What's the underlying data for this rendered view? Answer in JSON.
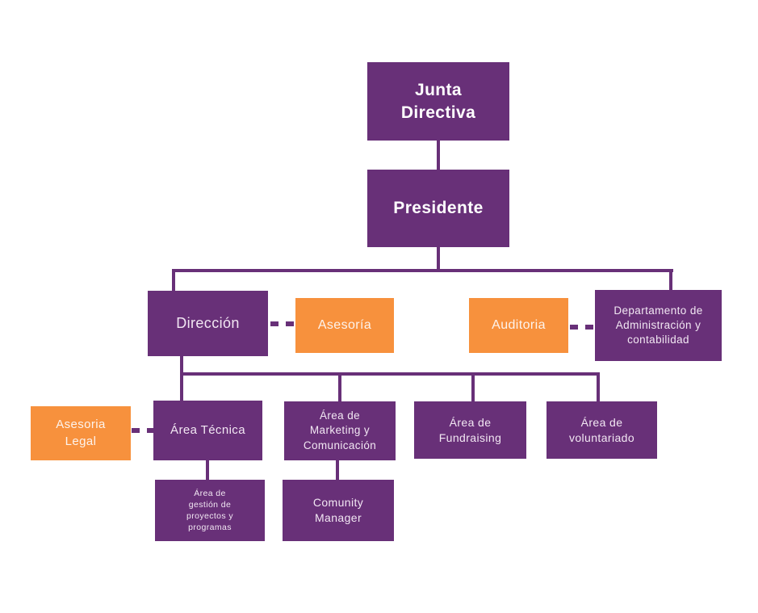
{
  "diagram": {
    "type": "org-chart",
    "language": "es",
    "colors": {
      "node_primary": "#683078",
      "node_secondary": "#f7913d",
      "connector": "#683078",
      "background": "#ffffff",
      "text": "#ffffff"
    },
    "nodes": {
      "junta_directiva": {
        "label": "Junta Directiva",
        "color": "#683078",
        "level": 1
      },
      "presidente": {
        "label": "Presidente",
        "color": "#683078",
        "level": 2
      },
      "direccion": {
        "label": "Dirección",
        "color": "#683078",
        "level": 3
      },
      "asesoria": {
        "label": "Asesoría",
        "color": "#f7913d",
        "level": 3
      },
      "auditoria": {
        "label": "Auditoria",
        "color": "#f7913d",
        "level": 3
      },
      "departamento": {
        "label": "Departamento de Administración y contabilidad",
        "color": "#683078",
        "level": 3
      },
      "asesoria_legal": {
        "label": "Asesoria Legal",
        "color": "#f7913d",
        "level": 4
      },
      "area_tecnica": {
        "label": "Área Técnica",
        "color": "#683078",
        "level": 4
      },
      "area_marketing": {
        "label": "Área de Marketing y Comunicación",
        "color": "#683078",
        "level": 4
      },
      "area_fundraising": {
        "label": "Área de Fundraising",
        "color": "#683078",
        "level": 4
      },
      "area_voluntariado": {
        "label": "Área de voluntariado",
        "color": "#683078",
        "level": 4
      },
      "area_gestion": {
        "label": "Área de gestión de proyectos y programas",
        "color": "#683078",
        "level": 5
      },
      "comunity_manager": {
        "label": "Comunity Manager",
        "color": "#683078",
        "level": 5
      }
    },
    "edges": [
      {
        "from": "junta_directiva",
        "to": "presidente",
        "style": "solid"
      },
      {
        "from": "presidente",
        "to": "direccion",
        "style": "solid"
      },
      {
        "from": "presidente",
        "to": "departamento",
        "style": "solid"
      },
      {
        "from": "direccion",
        "to": "asesoria",
        "style": "dashed"
      },
      {
        "from": "auditoria",
        "to": "departamento",
        "style": "dashed"
      },
      {
        "from": "direccion",
        "to": "area_tecnica",
        "style": "solid"
      },
      {
        "from": "direccion",
        "to": "area_marketing",
        "style": "solid"
      },
      {
        "from": "direccion",
        "to": "area_fundraising",
        "style": "solid"
      },
      {
        "from": "direccion",
        "to": "area_voluntariado",
        "style": "solid"
      },
      {
        "from": "asesoria_legal",
        "to": "area_tecnica",
        "style": "dashed"
      },
      {
        "from": "area_tecnica",
        "to": "area_gestion",
        "style": "solid"
      },
      {
        "from": "area_marketing",
        "to": "comunity_manager",
        "style": "solid"
      }
    ]
  }
}
